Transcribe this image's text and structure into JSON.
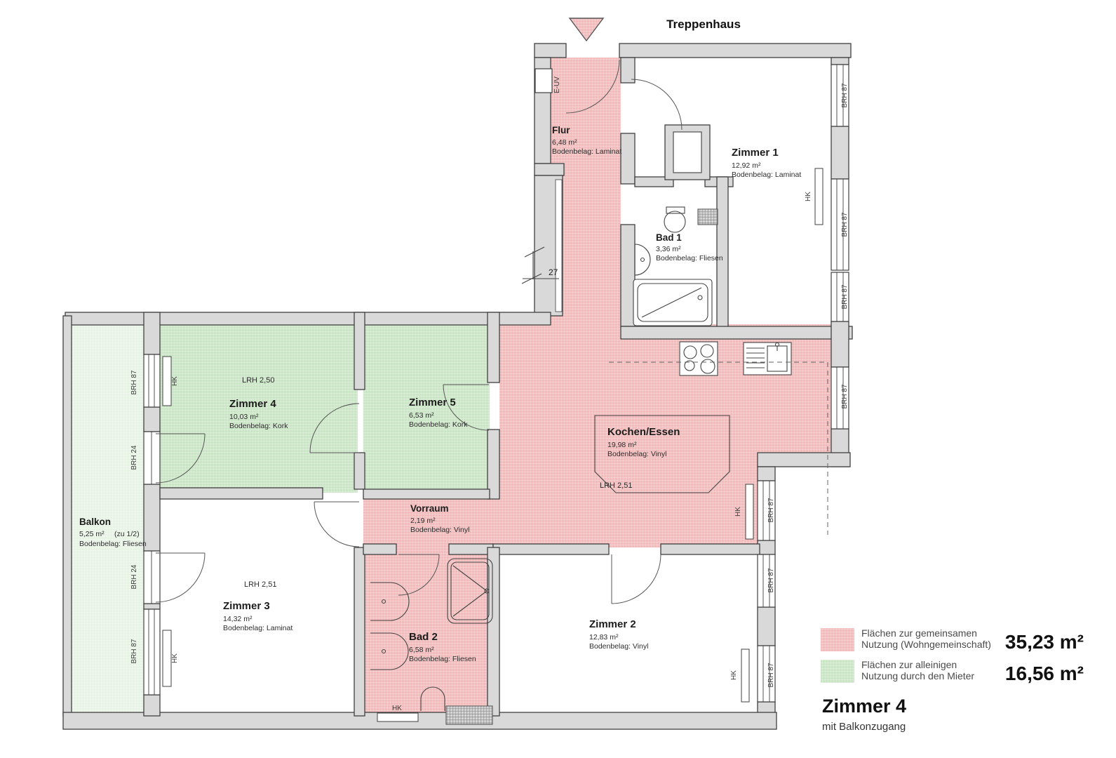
{
  "header": {
    "staircase_label": "Treppenhaus"
  },
  "rooms": {
    "flur": {
      "name": "Flur",
      "area": "6,48 m²",
      "floor": "Bodenbelag: Laminat"
    },
    "zimmer1": {
      "name": "Zimmer 1",
      "area": "12,92 m²",
      "floor": "Bodenbelag: Laminat"
    },
    "bad1": {
      "name": "Bad 1",
      "area": "3,36 m²",
      "floor": "Bodenbelag: Fliesen"
    },
    "zimmer4": {
      "name": "Zimmer 4",
      "area": "10,03 m²",
      "floor": "Bodenbelag: Kork",
      "height": "LRH 2,50"
    },
    "zimmer5": {
      "name": "Zimmer 5",
      "area": "6,53 m²",
      "floor": "Bodenbelag: Kork"
    },
    "kochen": {
      "name": "Kochen/Essen",
      "area": "19,98 m²",
      "floor": "Bodenbelag: Vinyl",
      "height": "LRH 2,51"
    },
    "balkon": {
      "name": "Balkon",
      "area": "5,25 m²",
      "share": "(zu 1/2)",
      "floor": "Bodenbelag: Fliesen"
    },
    "zimmer3": {
      "name": "Zimmer 3",
      "area": "14,32 m²",
      "floor": "Bodenbelag: Laminat",
      "height": "LRH 2,51"
    },
    "vorraum": {
      "name": "Vorraum",
      "area": "2,19 m²",
      "floor": "Bodenbelag: Vinyl"
    },
    "bad2": {
      "name": "Bad 2",
      "area": "6,58 m²",
      "floor": "Bodenbelag: Fliesen"
    },
    "zimmer2": {
      "name": "Zimmer 2",
      "area": "12,83 m²",
      "floor": "Bodenbelag: Vinyl"
    }
  },
  "annotations": {
    "hk": "HK",
    "brh87": "BRH 87",
    "brh24": "BRH 24",
    "euv": "E-UV",
    "dim27": "27"
  },
  "legend": {
    "common": {
      "line1": "Flächen zur gemeinsamen",
      "line2": "Nutzung (Wohngemeinschaft)",
      "value": "35,23 m²",
      "color": "#f4b9b9"
    },
    "private": {
      "line1": "Flächen zur alleinigen",
      "line2": "Nutzung durch den Mieter",
      "value": "16,56 m²",
      "color": "#c9e6c4"
    }
  },
  "footer": {
    "title": "Zimmer 4",
    "subtitle": "mit Balkonzugang"
  },
  "colors": {
    "common_fill": "#f4b9b9",
    "private_fill": "#c9e6c4",
    "balcony_fill": "#e7f4e4",
    "wall_fill": "#d9d9d9",
    "wall_stroke": "#404040"
  }
}
